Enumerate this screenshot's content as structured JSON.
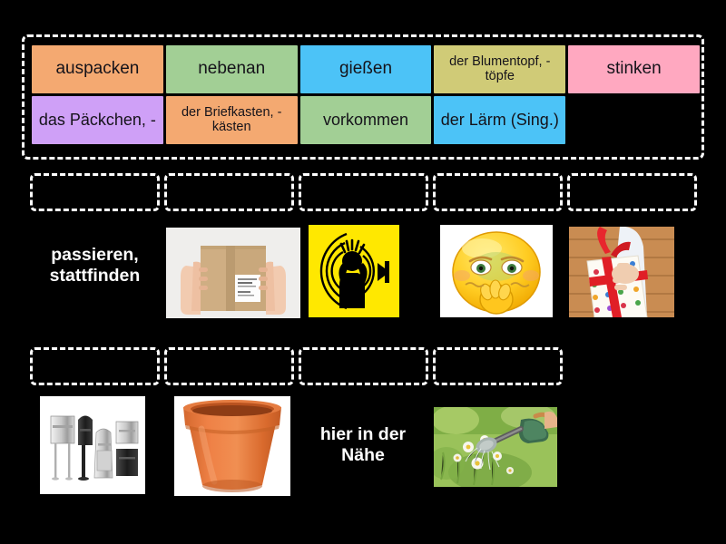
{
  "word_bank": {
    "row1": [
      {
        "label": "auspacken",
        "color": "#f4a971",
        "size": "big"
      },
      {
        "label": "nebenan",
        "color": "#a2cf95",
        "size": "big"
      },
      {
        "label": "gießen",
        "color": "#4cc3f7",
        "size": "big"
      },
      {
        "label": "der Blumentopf, -töpfe",
        "color": "#d0cb77",
        "size": "small"
      },
      {
        "label": "stinken",
        "color": "#ffa8c0",
        "size": "big"
      }
    ],
    "row2": [
      {
        "label": "das Päckchen, -",
        "color": "#cfa0f7",
        "size": "med"
      },
      {
        "label": "der Briefkasten, -kästen",
        "color": "#f4a971",
        "size": "small"
      },
      {
        "label": "vorkommen",
        "color": "#a2cf95",
        "size": "med"
      },
      {
        "label": "der Lärm (Sing.)",
        "color": "#4cc3f7",
        "size": "med"
      },
      {
        "label": "",
        "color": "transparent",
        "size": "med"
      }
    ]
  },
  "answer_row_1": {
    "dropzones": [
      {
        "name": "dropzone-1",
        "value": ""
      },
      {
        "name": "dropzone-2",
        "value": ""
      },
      {
        "name": "dropzone-3",
        "value": ""
      },
      {
        "name": "dropzone-4",
        "value": ""
      },
      {
        "name": "dropzone-5",
        "value": ""
      }
    ],
    "prompts": [
      {
        "type": "text",
        "label": "passieren, stattfinden",
        "icon": ""
      },
      {
        "type": "image",
        "label": "",
        "icon": "package-box-photo"
      },
      {
        "type": "image",
        "label": "",
        "icon": "noise-warning-sign"
      },
      {
        "type": "image",
        "label": "",
        "icon": "nauseated-face-emoji"
      },
      {
        "type": "image",
        "label": "",
        "icon": "gift-with-red-ribbon-photo"
      }
    ]
  },
  "answer_row_2": {
    "dropzones": [
      {
        "name": "dropzone-6",
        "value": ""
      },
      {
        "name": "dropzone-7",
        "value": ""
      },
      {
        "name": "dropzone-8",
        "value": ""
      },
      {
        "name": "dropzone-9",
        "value": ""
      }
    ],
    "prompts": [
      {
        "type": "image",
        "label": "",
        "icon": "mailboxes-photo"
      },
      {
        "type": "image",
        "label": "",
        "icon": "terracotta-flower-pot-photo"
      },
      {
        "type": "text",
        "label": "hier in der Nähe",
        "icon": ""
      },
      {
        "type": "image",
        "label": "",
        "icon": "watering-can-garden-photo"
      }
    ]
  },
  "colors": {
    "background": "#000000",
    "dashed_border": "#ffffff",
    "tile_text": "#15131a",
    "prompt_text": "#ffffff"
  }
}
